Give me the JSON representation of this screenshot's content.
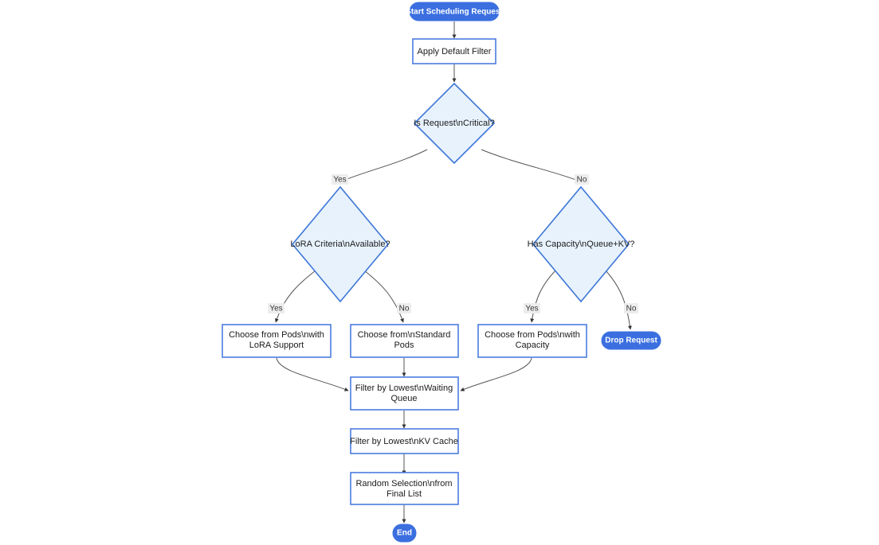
{
  "diagram": {
    "type": "flowchart",
    "title": "",
    "background_color": "#ffffff",
    "colors": {
      "terminal_fill": "#3b6fe0",
      "terminal_text": "#ffffff",
      "process_fill": "#ffffff",
      "process_stroke": "#4b7ce0",
      "decision_fill": "#e7f2fd",
      "decision_stroke": "#3d77d8",
      "edge_stroke": "#545454",
      "edge_label_bg": "#ededed",
      "node_text": "#1b1b1b"
    },
    "nodes": {
      "start": {
        "label": "Start Scheduling Request",
        "shape": "stadium"
      },
      "apply_default_filter": {
        "label": "Apply Default Filter",
        "shape": "rect"
      },
      "is_request_critical": {
        "label": "Is Request\\nCritical?",
        "shape": "diamond"
      },
      "lora_criteria_available": {
        "label": "LoRA Criteria\\nAvailable?",
        "shape": "diamond"
      },
      "has_capacity": {
        "label": "Has Capacity\\nQueue+KV?",
        "shape": "diamond"
      },
      "choose_lora_pods_line1": {
        "label": "Choose from Pods\\nwith",
        "shape": "rect"
      },
      "choose_lora_pods_line2": {
        "label": "LoRA Support",
        "shape": "rect"
      },
      "choose_standard_pods_line1": {
        "label": "Choose from\\nStandard",
        "shape": "rect"
      },
      "choose_standard_pods_line2": {
        "label": "Pods",
        "shape": "rect"
      },
      "choose_capacity_pods_line1": {
        "label": "Choose from Pods\\nwith",
        "shape": "rect"
      },
      "choose_capacity_pods_line2": {
        "label": "Capacity",
        "shape": "rect"
      },
      "drop_request": {
        "label": "Drop Request",
        "shape": "stadium"
      },
      "filter_waiting_queue_line1": {
        "label": "Filter by Lowest\\nWaiting",
        "shape": "rect"
      },
      "filter_waiting_queue_line2": {
        "label": "Queue",
        "shape": "rect"
      },
      "filter_kv_cache": {
        "label": "Filter by Lowest\\nKV Cache",
        "shape": "rect"
      },
      "random_selection_line1": {
        "label": "Random Selection\\nfrom",
        "shape": "rect"
      },
      "random_selection_line2": {
        "label": "Final List",
        "shape": "rect"
      },
      "end": {
        "label": "End",
        "shape": "stadium"
      }
    },
    "edge_labels": {
      "critical_yes": "Yes",
      "critical_no": "No",
      "lora_yes": "Yes",
      "lora_no": "No",
      "capacity_yes": "Yes",
      "capacity_no": "No"
    }
  }
}
